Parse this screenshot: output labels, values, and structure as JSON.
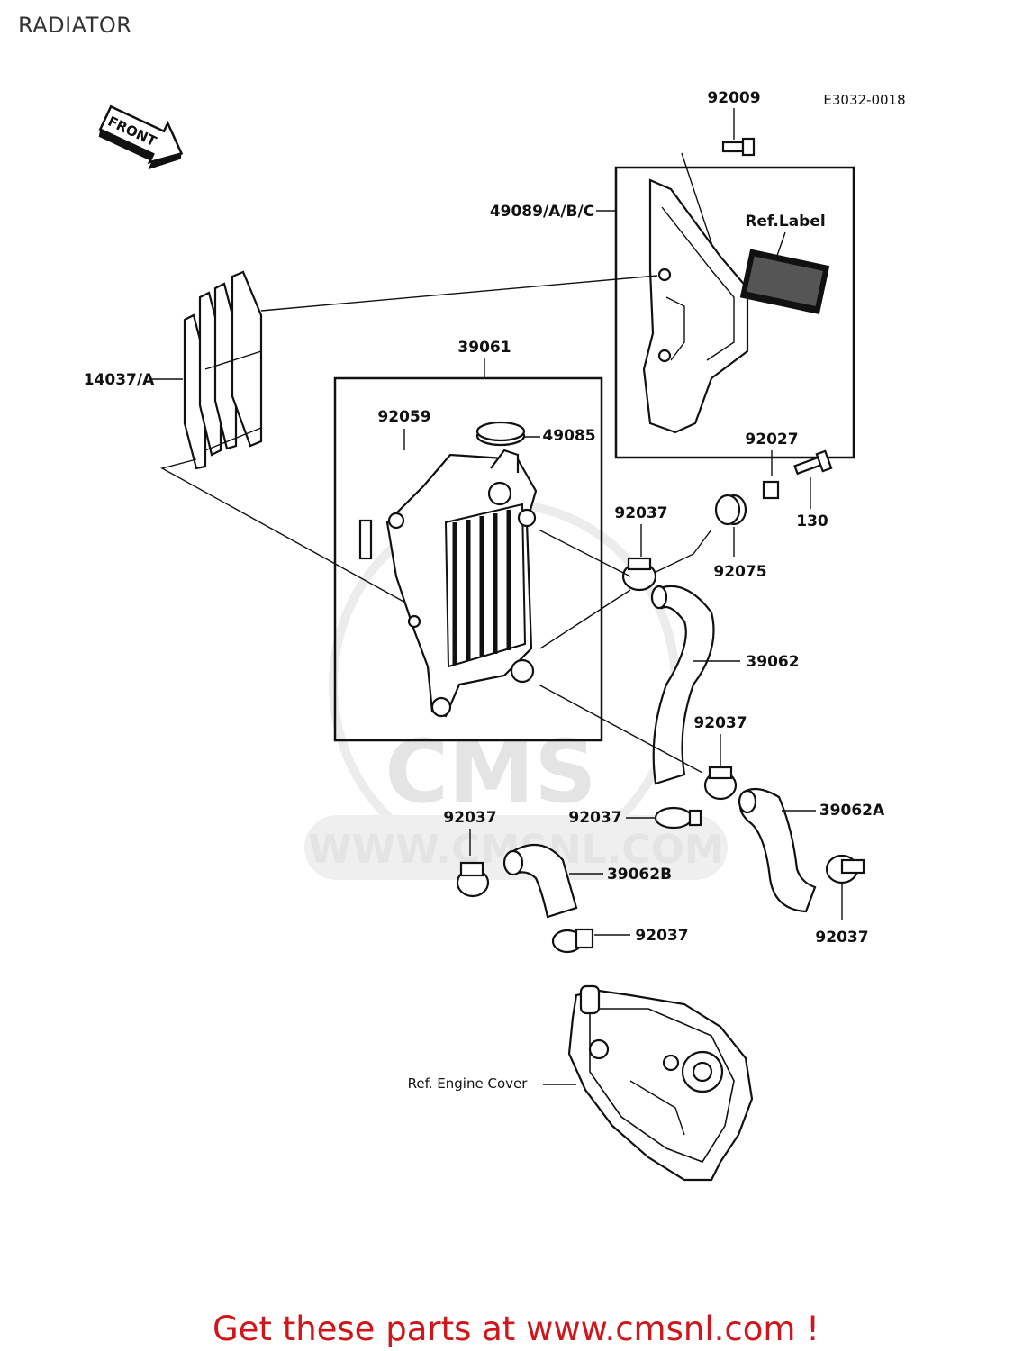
{
  "page": {
    "title": "RADIATOR",
    "diagram_code": "E3032-0018",
    "front_label": "FRONT",
    "promo_text": "Get these parts at www.cmsnl.com !"
  },
  "watermark": {
    "brand": "CMS",
    "url": "WWW.CMSNL.COM"
  },
  "parts": {
    "p92009": "92009",
    "p49089": "49089/A/B/C",
    "ref_label": "Ref.Label",
    "p14037": "14037/A",
    "p39061": "39061",
    "p92059": "92059",
    "p49085": "49085",
    "p92027": "92027",
    "p130": "130",
    "p92037_a": "92037",
    "p92075": "92075",
    "p39062": "39062",
    "p92037_b": "92037",
    "p92037_c": "92037",
    "p92037_d": "92037",
    "p39062a": "39062A",
    "p39062b": "39062B",
    "p92037_e": "92037",
    "p92037_f": "92037",
    "ref_engine_cover": "Ref. Engine Cover"
  }
}
